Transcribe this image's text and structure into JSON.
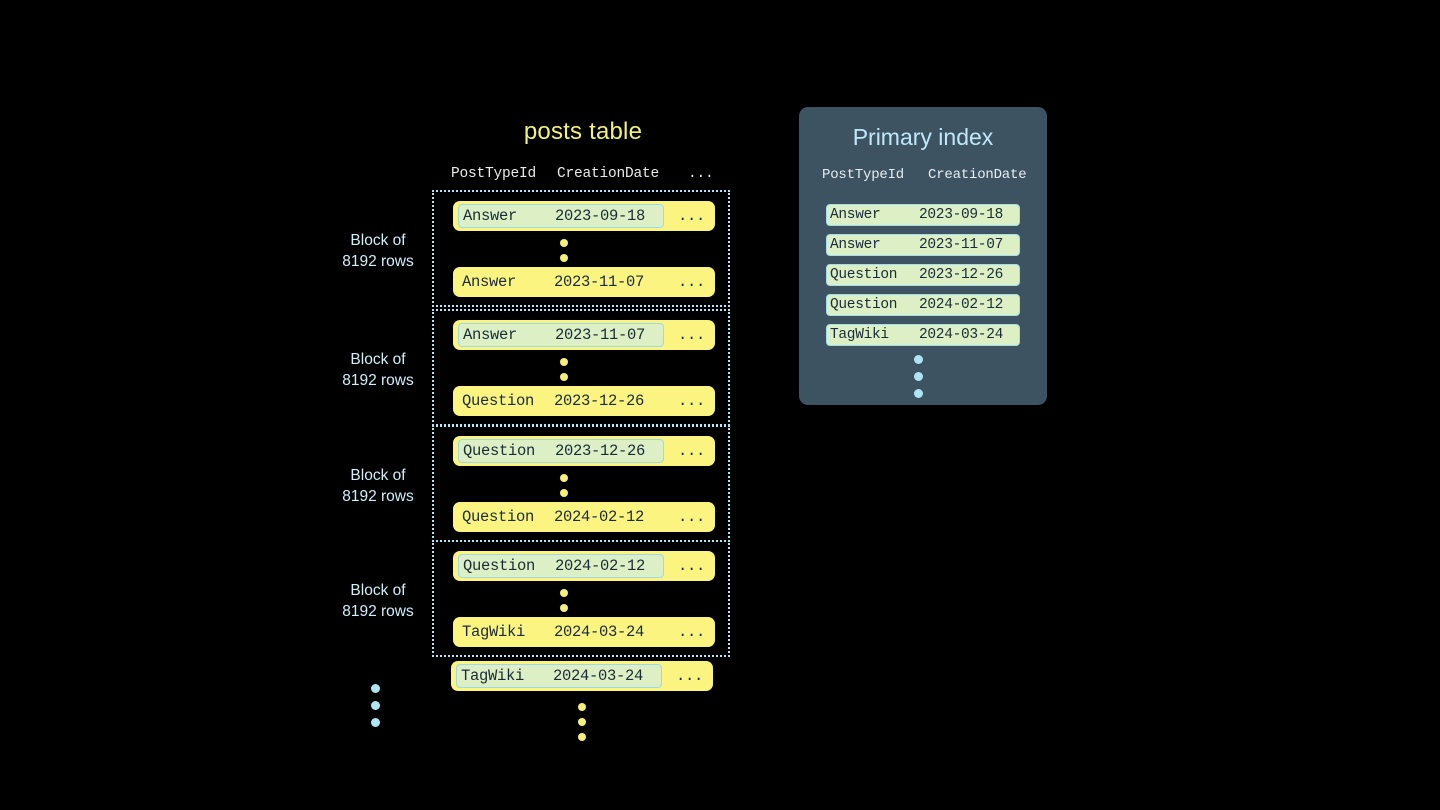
{
  "background_color": "#000000",
  "colors": {
    "row_fill": "#fbf481",
    "highlight_fill": "#ddefc4",
    "highlight_border": "#a6dceb",
    "block_border": "#b3e6f5",
    "panel_bg": "#3d5361",
    "title_yellow": "#f2f27a",
    "title_cyan": "#bfe9fa",
    "label_cyan": "#cfeffb",
    "dot_yellow": "#f5ef7c",
    "dot_cyan": "#aee5f5",
    "cell_text": "#1b2b3a",
    "header_text": "#eaeaea"
  },
  "posts_table": {
    "title": "posts table",
    "columns": [
      "PostTypeId",
      "CreationDate",
      "..."
    ],
    "blocks": [
      {
        "label_line1": "Block of",
        "label_line2": "8192 rows",
        "first_row": {
          "post_type_id": "Answer",
          "creation_date": "2023-09-18",
          "more": "...",
          "highlighted": true
        },
        "last_row": {
          "post_type_id": "Answer",
          "creation_date": "2023-11-07",
          "more": "...",
          "highlighted": false
        }
      },
      {
        "label_line1": "Block of",
        "label_line2": "8192 rows",
        "first_row": {
          "post_type_id": "Answer",
          "creation_date": "2023-11-07",
          "more": "...",
          "highlighted": true
        },
        "last_row": {
          "post_type_id": "Question",
          "creation_date": "2023-12-26",
          "more": "...",
          "highlighted": false
        }
      },
      {
        "label_line1": "Block of",
        "label_line2": "8192 rows",
        "first_row": {
          "post_type_id": "Question",
          "creation_date": "2023-12-26",
          "more": "...",
          "highlighted": true
        },
        "last_row": {
          "post_type_id": "Question",
          "creation_date": "2024-02-12",
          "more": "...",
          "highlighted": false
        }
      },
      {
        "label_line1": "Block of",
        "label_line2": "8192 rows",
        "first_row": {
          "post_type_id": "Question",
          "creation_date": "2024-02-12",
          "more": "...",
          "highlighted": true
        },
        "last_row": {
          "post_type_id": "TagWiki",
          "creation_date": "2024-03-24",
          "more": "...",
          "highlighted": false
        }
      }
    ],
    "trailing_row": {
      "post_type_id": "TagWiki",
      "creation_date": "2024-03-24",
      "more": "...",
      "highlighted": true
    }
  },
  "primary_index": {
    "title": "Primary index",
    "columns": [
      "PostTypeId",
      "CreationDate"
    ],
    "rows": [
      {
        "post_type_id": "Answer",
        "creation_date": "2023-09-18"
      },
      {
        "post_type_id": "Answer",
        "creation_date": "2023-11-07"
      },
      {
        "post_type_id": "Question",
        "creation_date": "2023-12-26"
      },
      {
        "post_type_id": "Question",
        "creation_date": "2024-02-12"
      },
      {
        "post_type_id": "TagWiki",
        "creation_date": "2024-03-24"
      }
    ]
  }
}
